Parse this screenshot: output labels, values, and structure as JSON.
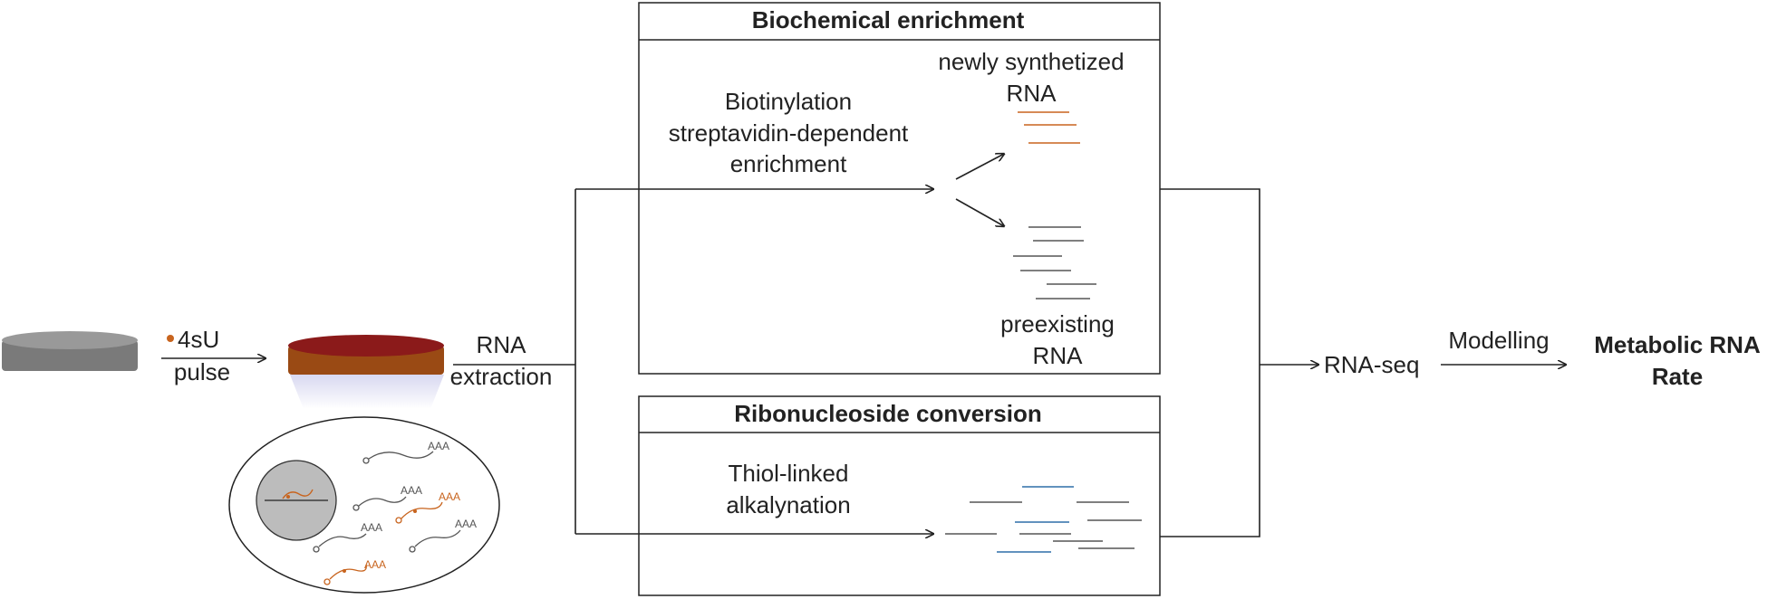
{
  "input_step": {
    "label_line1": "4sU",
    "label_line2": "pulse"
  },
  "extraction_step": {
    "label_line1": "RNA",
    "label_line2": "extraction"
  },
  "biochemical_box": {
    "title": "Biochemical enrichment",
    "method_line1": "Biotinylation",
    "method_line2": "streptavidin-dependent",
    "method_line3": "enrichment",
    "new_rna_line1": "newly synthetized",
    "new_rna_line2": "RNA",
    "old_rna_line1": "preexisting",
    "old_rna_line2": "RNA"
  },
  "conversion_box": {
    "title": "Ribonucleoside conversion",
    "method_line1": "Thiol-linked",
    "method_line2": "alkalynation"
  },
  "sequencing_step": {
    "label": "RNA-seq"
  },
  "modelling_step": {
    "label": "Modelling"
  },
  "output_step": {
    "label_line1": "Metabolic RNA",
    "label_line2": "Rate"
  },
  "cell_tail": "AAA",
  "colors": {
    "nascent_rna": "#c8641e",
    "converted_rna": "#2e6fa8",
    "preexisting_rna": "#555555",
    "dish_gray": "#888888",
    "dish_brown": "#8b4513",
    "dish_red": "#8b1a1a"
  }
}
